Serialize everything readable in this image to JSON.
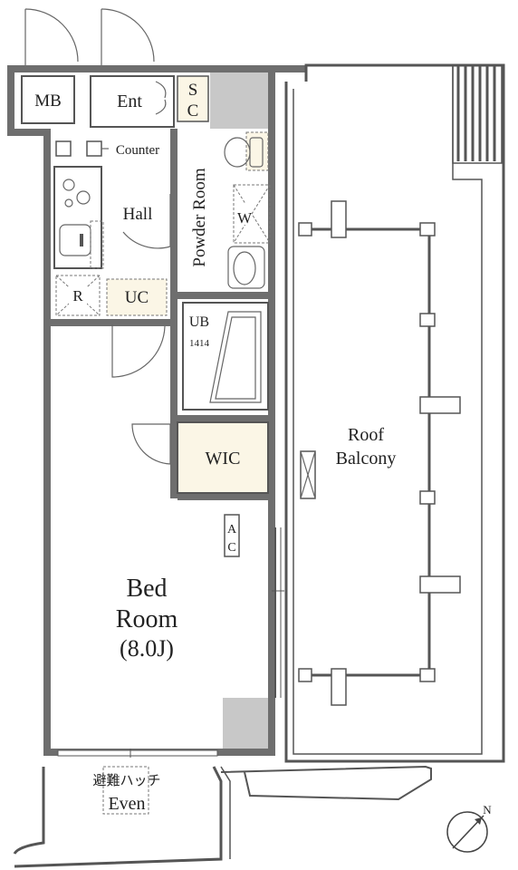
{
  "rooms": {
    "mb": "MB",
    "ent": "Ent",
    "sc_top": "S",
    "sc_bottom": "C",
    "counter": "Counter",
    "hall": "Hall",
    "powder_room": "Powder Room",
    "w": "W",
    "r": "R",
    "uc": "UC",
    "ub": "UB",
    "ub_size": "1414",
    "wic": "WIC",
    "ac_top": "A",
    "ac_bottom": "C",
    "bedroom_line1": "Bed",
    "bedroom_line2": "Room",
    "bedroom_size": "(8.0J)",
    "roof_balcony_line1": "Roof",
    "roof_balcony_line2": "Balcony",
    "hatch_jp": "避難ハッチ",
    "hatch_even": "Even"
  },
  "compass": {
    "label": "N"
  },
  "colors": {
    "wall": "#6e6e6e",
    "shaft_gray": "#c8c8c8",
    "highlight_cream": "#fbf6e6",
    "line": "#555555"
  },
  "icons": [
    "stove-icon",
    "sink-icon",
    "toilet-icon",
    "washbasin-icon",
    "bathtub-icon",
    "compass-icon",
    "stairs-icon",
    "vent-icon"
  ]
}
